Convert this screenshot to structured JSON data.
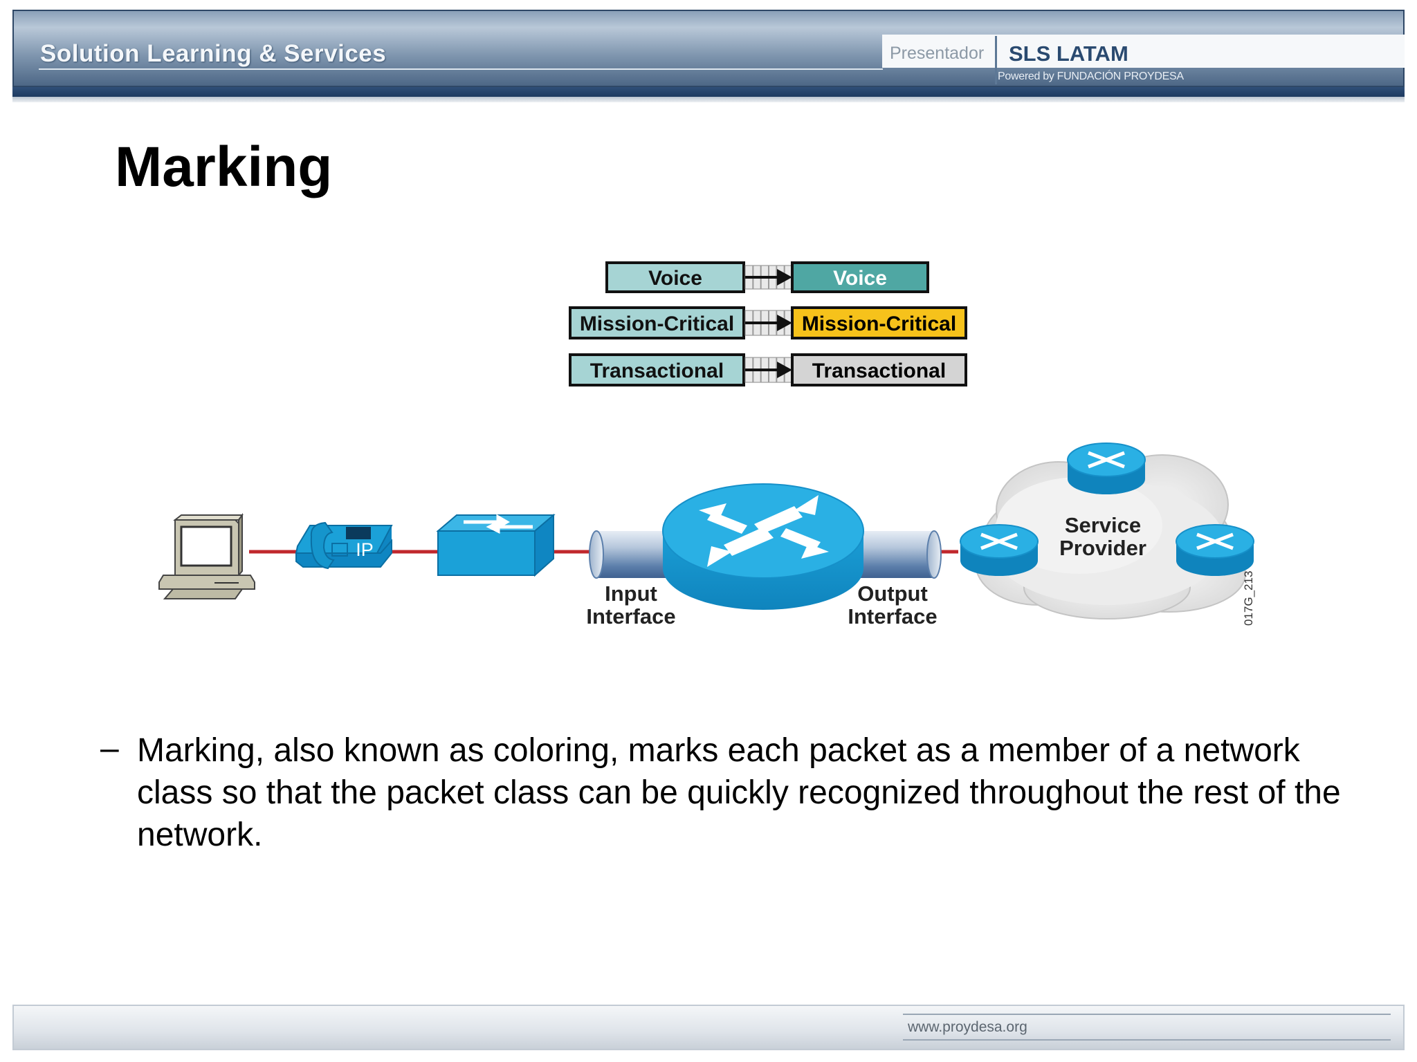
{
  "header": {
    "brand": "Solution Learning & Services",
    "presenter_label": "Presentador",
    "logo_name": "SLS LATAM",
    "powered_by": "Powered by FUNDACIÓN PROYDESA"
  },
  "slide": {
    "title": "Marking",
    "bullet_marker": "–",
    "bullet_text": "Marking, also known as coloring, marks each packet as a member of a network class so that the packet class can be quickly recognized throughout the rest of the network."
  },
  "diagram": {
    "marking_rows": [
      {
        "input": "Voice",
        "output": "Voice",
        "output_color": "#4fa7a3",
        "output_text_color": "#ffffff"
      },
      {
        "input": "Mission-Critical",
        "output": "Mission-Critical",
        "output_color": "#f6c21b",
        "output_text_color": "#000000"
      },
      {
        "input": "Transactional",
        "output": "Transactional",
        "output_color": "#d4d4d4",
        "output_text_color": "#000000"
      }
    ],
    "input_color": "#a6d4d4",
    "input_interface_label_1": "Input",
    "input_interface_label_2": "Interface",
    "output_interface_label_1": "Output",
    "output_interface_label_2": "Interface",
    "cloud_label_1": "Service",
    "cloud_label_2": "Provider",
    "phone_label": "IP",
    "figure_id": "017G_213",
    "link_color": "#c0282d",
    "device_color": "#1ba1d8"
  },
  "footer": {
    "url": "www.proydesa.org"
  }
}
